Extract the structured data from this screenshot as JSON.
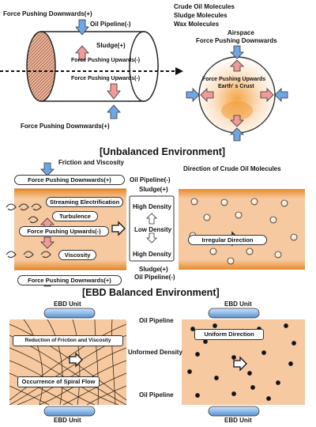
{
  "top": {
    "force_down_top": "Force Pushing Downwards(+)",
    "oil_pipeline": "Oil Pipeline(-)",
    "sludge": "Sludge(+)",
    "force_up": "Force Pushing Upwards(-)",
    "force_up_2": "Force Pushing Upwards(-)",
    "force_down_bottom": "Force Pushing Downwards(+)"
  },
  "earth": {
    "molecules": [
      "Crude Oil Molecules",
      "Sludge Molecules",
      "Wax Molecules"
    ],
    "airspace": "Airspace",
    "force_down": "Force Pushing Downwards",
    "force_up": "Force Pushing Upwards",
    "crust": "Earth' s  Crust"
  },
  "unbalanced": {
    "heading": "[Unbalanced Environment]",
    "friction_viscosity": "Friction and Viscosity",
    "direction_title": "Direction of Crude Oil Molecules",
    "force_down_top": "Force Pushing Downwards(+)",
    "oil_pipeline_top": "Oil Pipeline(-)",
    "sludge_top": "Sludge(+)",
    "streaming": "Streaming Electrification",
    "turbulence": "Turbulence",
    "force_up": "Force Pushing Upwards(-)",
    "viscosity": "Viscosity",
    "high_density_top": "High Density",
    "low_density": "Low Density",
    "high_density_bottom": "High Density",
    "irregular": "Irregular Direction",
    "sludge_bottom": "Sludge(+)",
    "oil_pipeline_bottom": "Oil Pipeline(-)",
    "force_down_bottom": "Force Pushing Downwards(+)"
  },
  "balanced": {
    "heading": "[EBD Balanced Environment]",
    "ebd_unit_top_left": "EBD Unit",
    "ebd_unit_top_right": "EBD Unit",
    "oil_pipeline_top": "Oil Pipeline",
    "uniform": "Uniform Direction",
    "reduction": "Reduction of Friction and Viscosity",
    "unformed_density": "Unformed Density",
    "spiral": "Occurrence of Spiral Flow",
    "oil_pipeline_bottom": "Oil Pipeline",
    "ebd_unit_bottom_left": "EBD Unit",
    "ebd_unit_bottom_right": "EBD Unit"
  },
  "colors": {
    "pipe_orange": "#f6c9a0",
    "band_orange": "#e88a2a",
    "arrow_blue": "#6fa7e6",
    "arrow_red": "#f19a9a",
    "ebd_blue": "#8fbcea"
  }
}
